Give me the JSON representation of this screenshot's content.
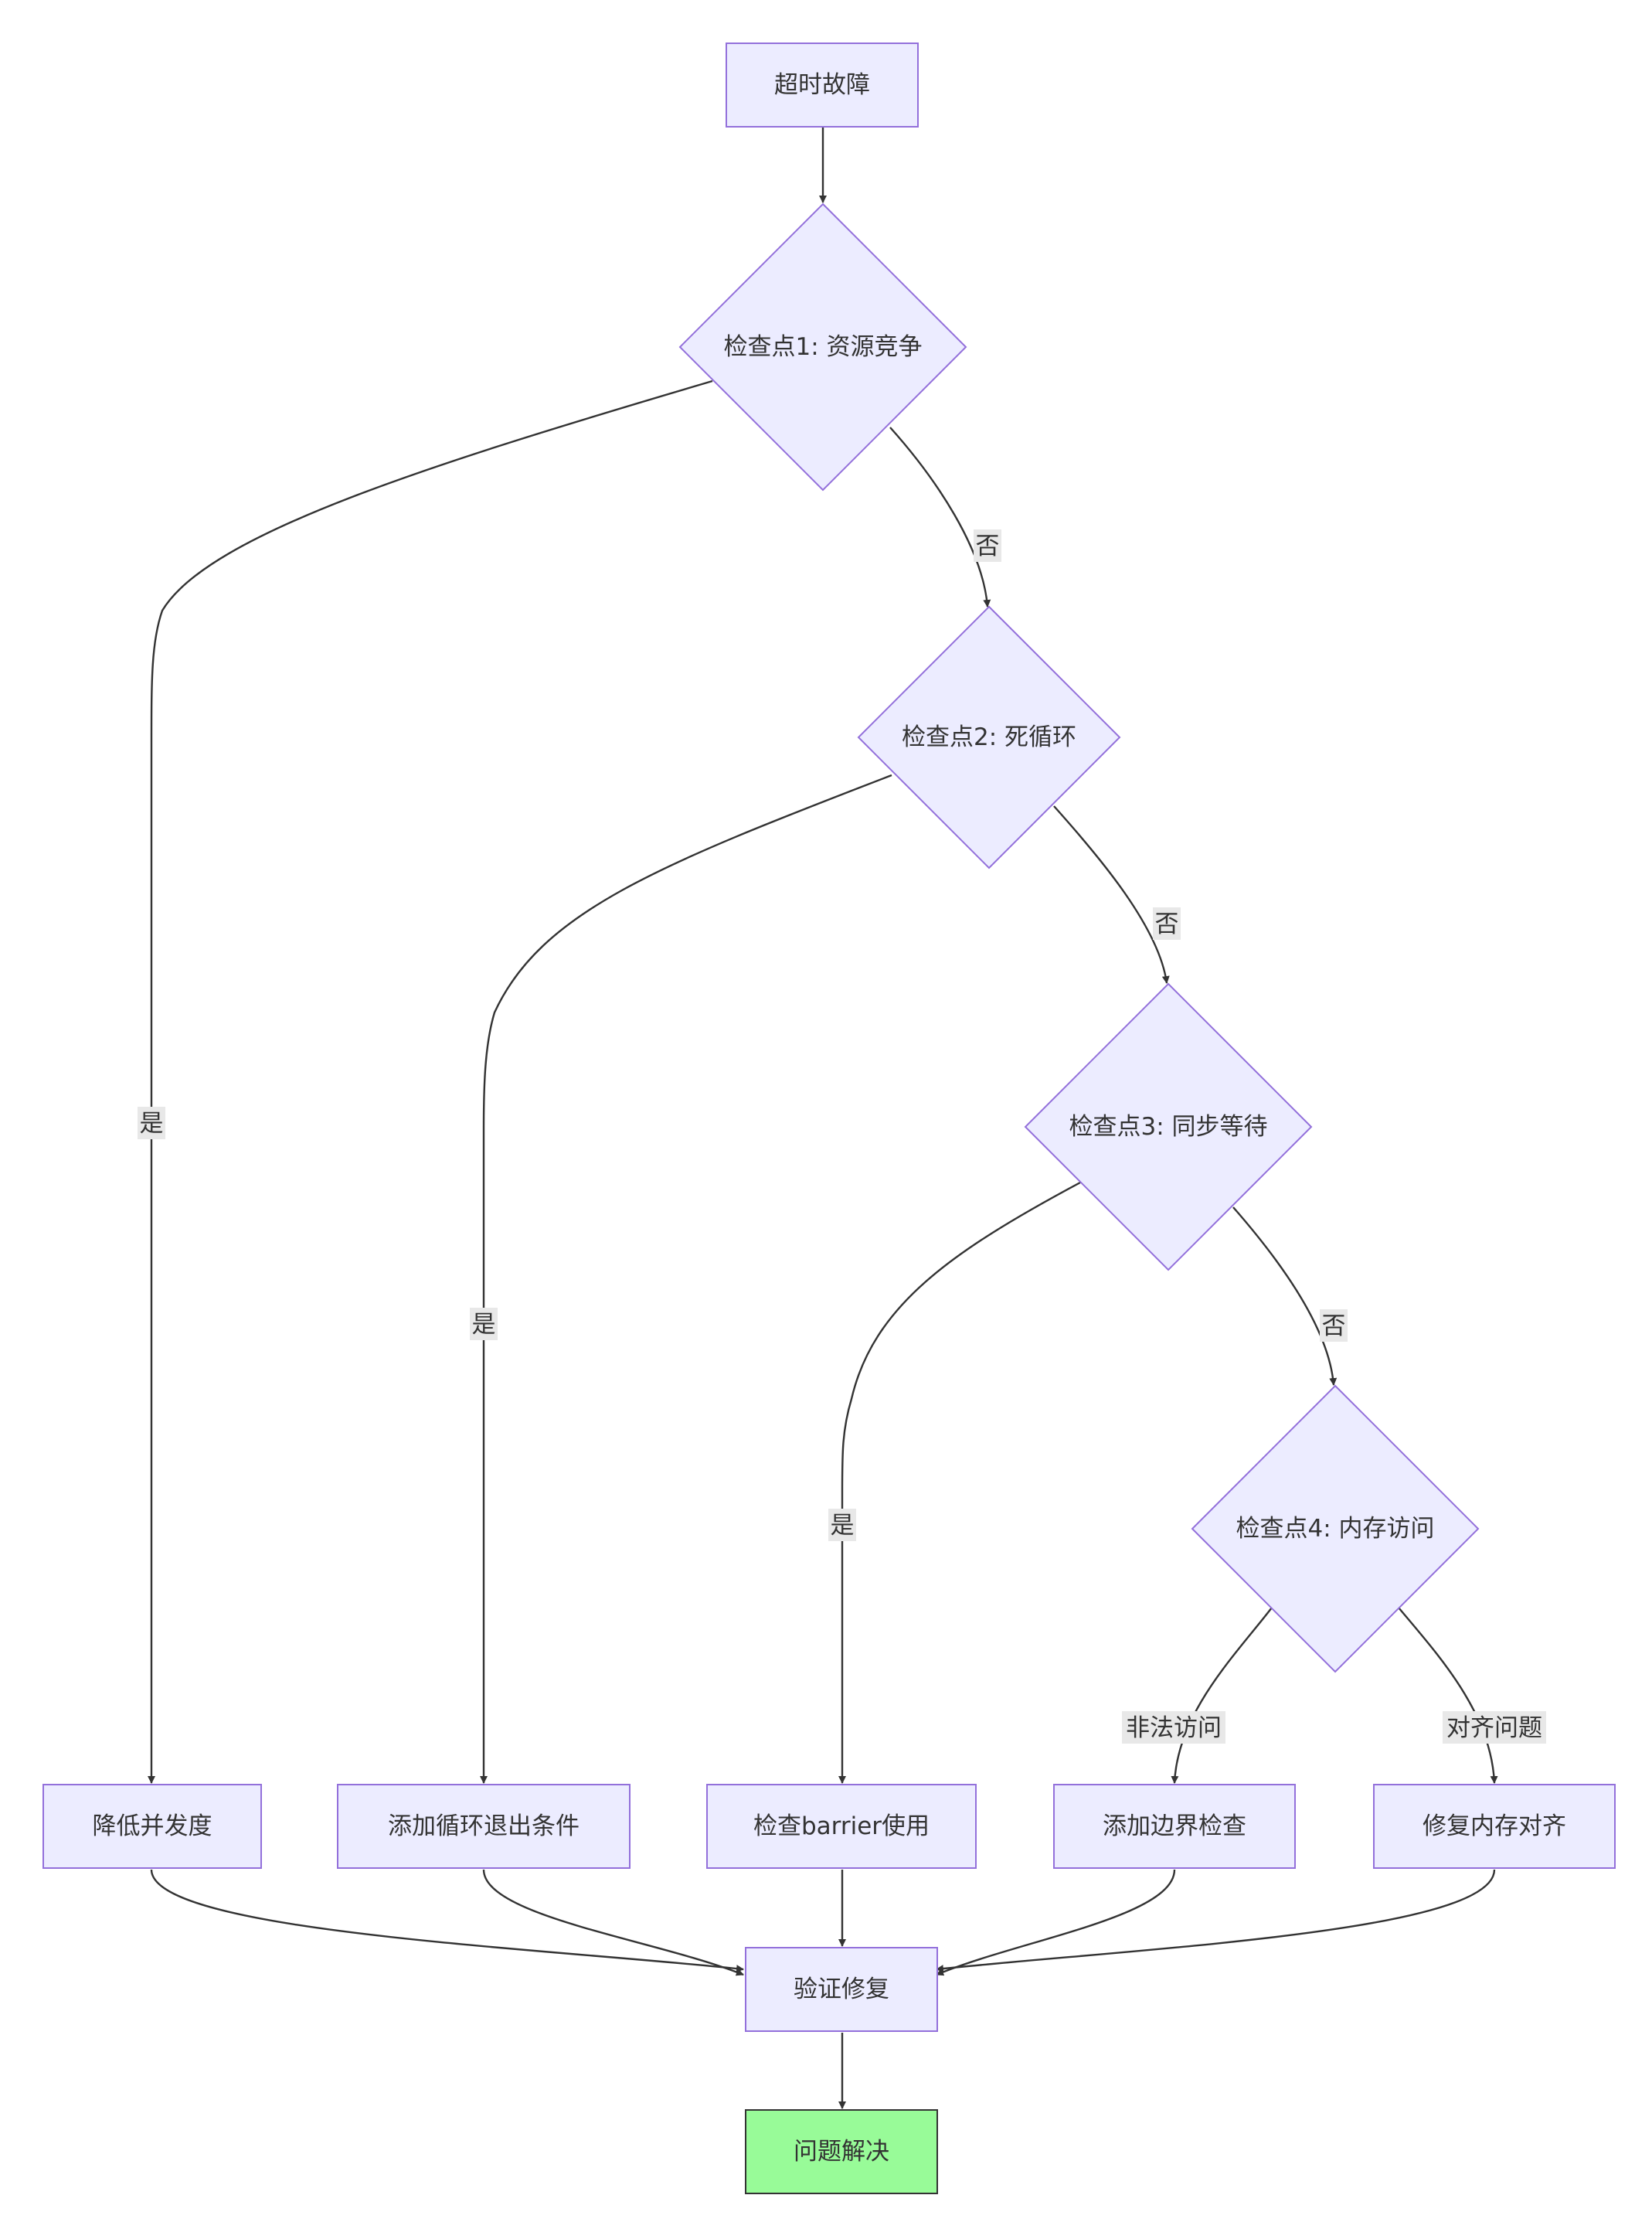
{
  "colors": {
    "node_fill": "#ECECFF",
    "node_stroke": "#9370DB",
    "edge": "#333333",
    "edge_label_bg": "#e8e8e8",
    "resolved_fill": "#98FB98",
    "resolved_stroke": "#333333"
  },
  "nodes": {
    "start": "超时故障",
    "check1": "检查点1: 资源竞争",
    "check2": "检查点2: 死循环",
    "check3": "检查点3: 同步等待",
    "check4": "检查点4: 内存访问",
    "reduce": "降低并发度",
    "loop_exit": "添加循环退出条件",
    "barrier": "检查barrier使用",
    "bounds": "添加边界检查",
    "align": "修复内存对齐",
    "verify": "验证修复",
    "resolved": "问题解决"
  },
  "edge_labels": {
    "c1_yes": "是",
    "c1_no": "否",
    "c2_yes": "是",
    "c2_no": "否",
    "c3_yes": "是",
    "c3_no": "否",
    "c4_illegal": "非法访问",
    "c4_align": "对齐问题"
  }
}
